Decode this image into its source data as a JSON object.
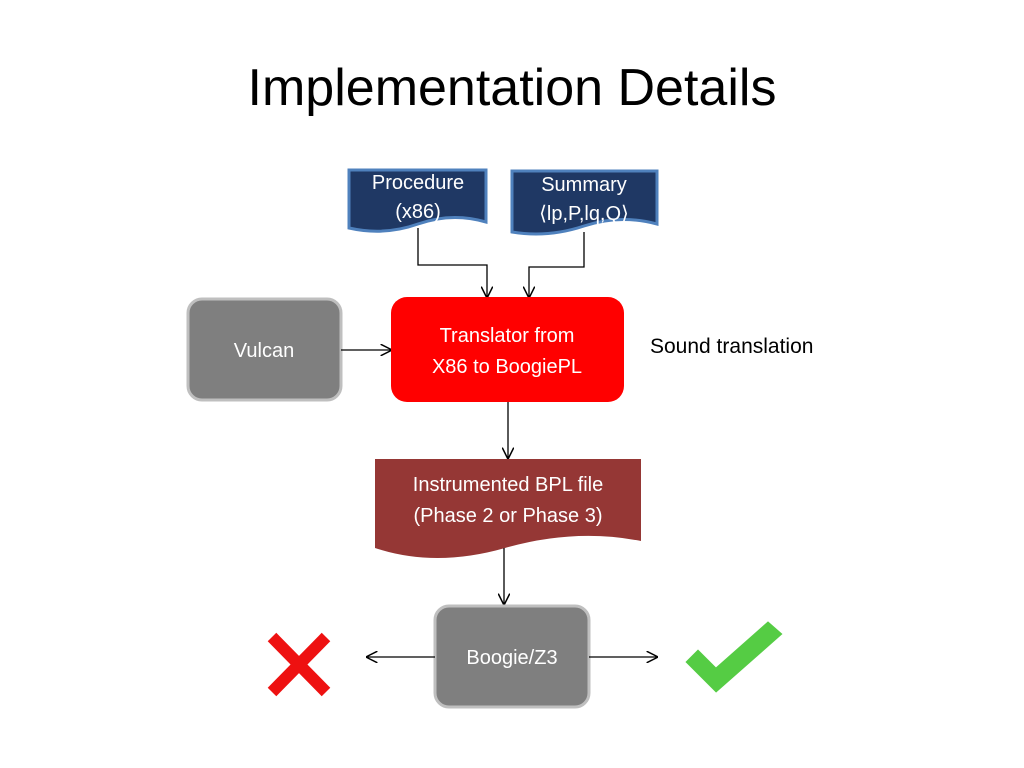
{
  "title": "Implementation Details",
  "nodes": {
    "procedure": {
      "line1": "Procedure",
      "line2": "(x86)"
    },
    "summary": {
      "line1": "Summary",
      "line2": "⟨lp,P,lq,Q⟩"
    },
    "vulcan": {
      "label": "Vulcan"
    },
    "translator": {
      "line1": "Translator from",
      "line2": "X86 to BoogiePL"
    },
    "instrumented": {
      "line1": "Instrumented BPL file",
      "line2": "(Phase 2 or Phase 3)"
    },
    "boogie": {
      "label": "Boogie/Z3"
    }
  },
  "annotation": "Sound translation",
  "outcomes": {
    "fail_icon": "red-x-icon",
    "pass_icon": "green-check-icon"
  },
  "colors": {
    "doc_fill": "#1f3864",
    "doc_border": "#4f81bd",
    "gray_fill": "#7f7f7f",
    "gray_border": "#bfbfbf",
    "translator_fill": "#ff0000",
    "instrumented_fill": "#953735",
    "fail": "#ee1111",
    "pass": "#55cc44"
  }
}
